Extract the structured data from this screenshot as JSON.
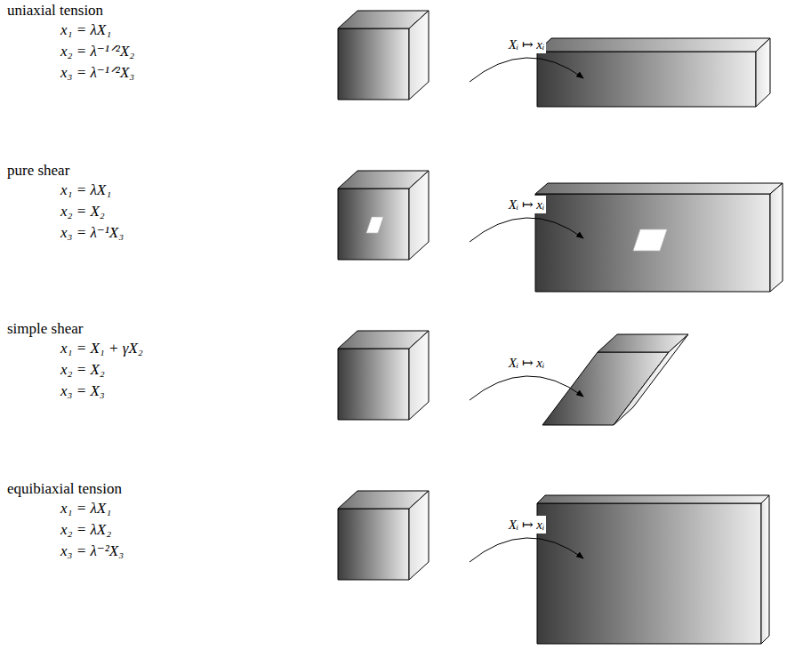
{
  "diagram": {
    "labels": [
      "uniaxial tension",
      "x₁ = λX₁",
      "x₂ = λ⁻¹ᐟ²X₂",
      "x₃ = λ⁻¹ᐟ²X₃",
      "Xᵢ ↦ xᵢ",
      "pure shear",
      "x₁ = λX₁",
      "x₂ = X₂",
      "x₃ = λ⁻¹X₃",
      "Xᵢ ↦ xᵢ",
      "simple shear",
      "x₁ = X₁ + γX₂",
      "x₂ = X₂",
      "x₃ = X₃",
      "Xᵢ ↦ xᵢ",
      "equibiaxial tension",
      "x₁ = λX₁",
      "x₂ = λX₂",
      "x₃ = λ⁻²X₃",
      "Xᵢ ↦ xᵢ"
    ]
  }
}
